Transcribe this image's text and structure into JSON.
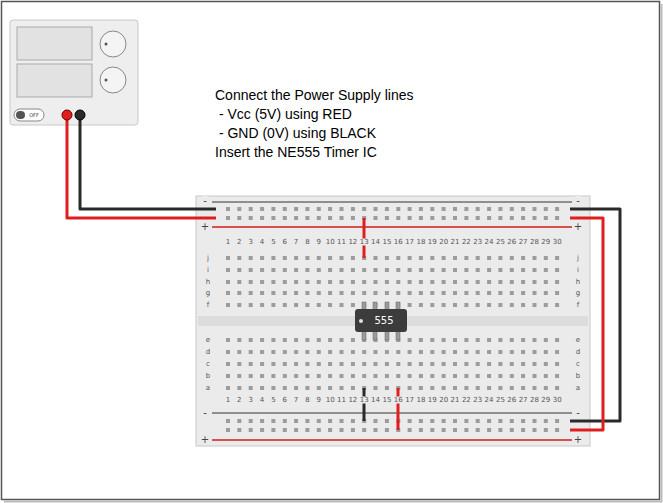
{
  "diagram": {
    "nodes": [
      {
        "text": [
          "555"
        ]
      }
    ],
    "labels": [
      "Connect the Power Supply lines",
      " - Vcc (5V) using RED",
      " - GND (0V) using BLACK",
      "Insert the NE555 Timer IC",
      "OFF",
      "-",
      "+",
      "-",
      "+",
      "-",
      "+",
      "-",
      "+",
      "1",
      "2",
      "3",
      "4",
      "5",
      "6",
      "7",
      "8",
      "9",
      "10",
      "11",
      "12",
      "13",
      "14",
      "15",
      "16",
      "17",
      "18",
      "19",
      "20",
      "21",
      "22",
      "23",
      "24",
      "25",
      "26",
      "27",
      "28",
      "29",
      "30",
      "1",
      "2",
      "3",
      "4",
      "5",
      "6",
      "7",
      "8",
      "9",
      "10",
      "11",
      "12",
      "13",
      "14",
      "15",
      "16",
      "17",
      "18",
      "19",
      "20",
      "21",
      "22",
      "23",
      "24",
      "25",
      "26",
      "27",
      "28",
      "29",
      "30",
      "j",
      "i",
      "h",
      "g",
      "f",
      "j",
      "i",
      "h",
      "g",
      "f",
      "e",
      "d",
      "c",
      "b",
      "a",
      "e",
      "d",
      "c",
      "b",
      "a"
    ]
  }
}
